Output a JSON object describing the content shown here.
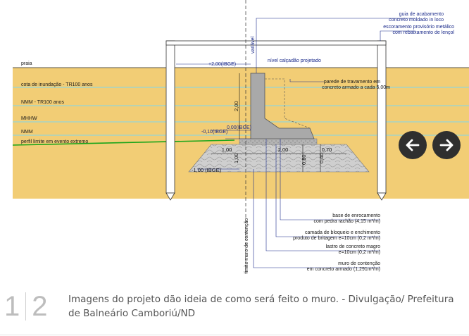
{
  "gallery": {
    "current_index": "1",
    "total_count": "2",
    "caption": "Imagens do projeto dão ideia de como será feito o muro. - Divulgação/ Prefeitura de Balneário Camboriú/ND",
    "prev_icon": "arrow-left-icon",
    "next_icon": "arrow-right-icon"
  },
  "drawing": {
    "left_labels": {
      "praia": "praia",
      "cota_inundacao": "cota de inundação - TR100 anos",
      "nmm_tr100": "NMM - TR100 anos",
      "mhhw": "MHHW",
      "nmm": "NMM",
      "perfil_limite": "perfil limite em evento extremo"
    },
    "level_labels": {
      "l1": "+2,00(IBGE)",
      "l2": "nível calçadão projetado",
      "l3": "0,00(IBGE)",
      "l4": "-0,10(IBGE)",
      "l5": "-1,00 (IBGE)",
      "l6": "variável",
      "l7": "limite muro de contenção"
    },
    "callouts": {
      "guia1": "guia de acabamento",
      "guia2": "concreto moldado in loco",
      "escora1": "escoramento provisório metálico",
      "escora2": "com rebaixamento de lençol",
      "parede1": "parede de travamento em",
      "parede2": "concreto armado a cada 5,00m",
      "base1": "base de enrocamento",
      "base2": "com pedra rachão (4,15 m³/m)",
      "camada1": "camada de bloqueio e enchimento",
      "camada2": "produto de britagem e=10cm (0,2 m³/m)",
      "lastro1": "lastro de concreto magro",
      "lastro2": "e=10cm (0,2 m³/m)",
      "muro1": "muro de contenção",
      "muro2": "em concreto armado (1,291m³/m)"
    },
    "dimensions": {
      "d1": "1,00",
      "d2": "2,00",
      "d3": "0,70",
      "d4": "2,00",
      "d5": "1,00",
      "d6": "0,80",
      "d7": "0,40"
    },
    "colors": {
      "sand": "#f2cd75",
      "concrete": "#a9a9a9",
      "rock": "#c8c8c8",
      "water_line": "#7fd6ee",
      "extreme_line": "#1aa51a",
      "annotation_blue": "#1a2a8a",
      "nav_button": "#2f2f2f"
    }
  }
}
